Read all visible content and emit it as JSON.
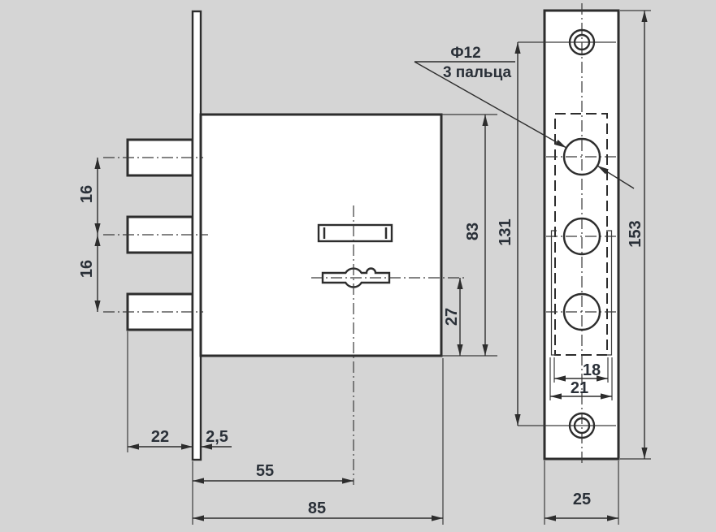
{
  "note": {
    "diameter": "Ф12",
    "fingers": "3 пальца"
  },
  "labels": {
    "bolt_spacing_top": "16",
    "bolt_spacing_bottom": "16",
    "bolt_throw": "22",
    "faceplate_thickness": "2,5",
    "backset": "55",
    "body_width": "85",
    "body_height": "83",
    "keyhole_to_bottom": "27",
    "screw_hole_spacing": "131",
    "faceplate_height": "153",
    "body_outline_width": "18",
    "cutout_width": "21",
    "faceplate_width": "25"
  },
  "colors": {
    "background": "#d5d5d5",
    "line": "#2d2d2d",
    "text": "#2a3038",
    "fill": "#ffffff"
  }
}
